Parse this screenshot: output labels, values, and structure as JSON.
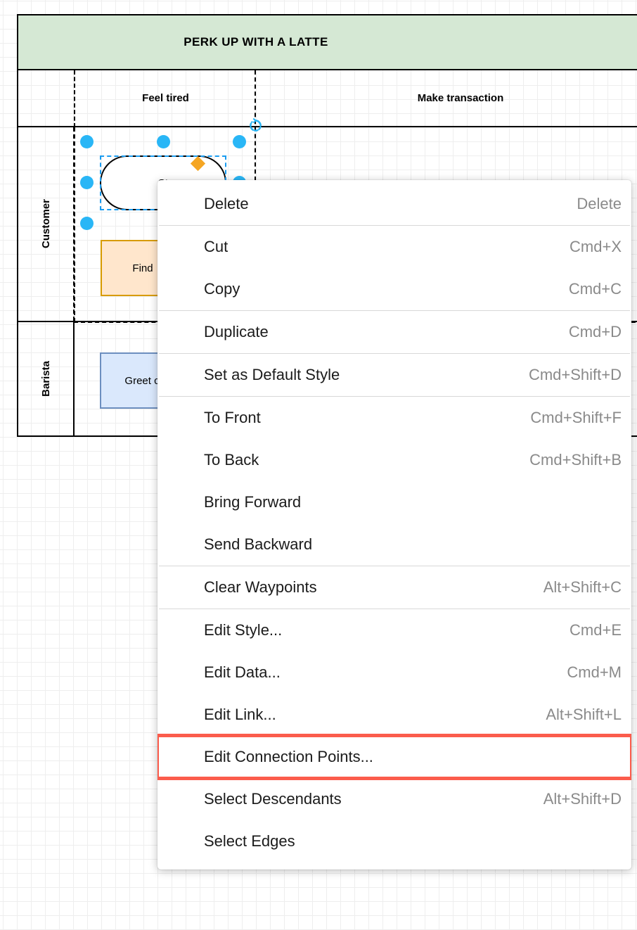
{
  "diagram": {
    "pool_title": "PERK UP WITH A LATTE",
    "phases": [
      {
        "label": "Feel tired"
      },
      {
        "label": "Make transaction"
      }
    ],
    "lanes": [
      {
        "label": "Customer"
      },
      {
        "label": "Barista"
      }
    ],
    "shapes": [
      {
        "name": "start",
        "label": "St",
        "type": "rounded-terminator"
      },
      {
        "name": "find",
        "label": "Find",
        "type": "process",
        "fill": "#ffe6cc",
        "stroke": "#d79b00"
      },
      {
        "name": "greet",
        "label": "Greet c",
        "type": "process",
        "fill": "#dae8fc",
        "stroke": "#6c8ebf"
      }
    ],
    "colors": {
      "pool_header_fill": "#d5e8d4",
      "selection_blue": "#29b6f6",
      "selection_outline": "#1a9cf0",
      "orange_handle": "#f5a623",
      "highlight_red": "#fb5c4c"
    }
  },
  "context_menu": {
    "groups": [
      {
        "items": [
          {
            "label": "Delete",
            "shortcut": "Delete",
            "highlighted": false
          }
        ]
      },
      {
        "items": [
          {
            "label": "Cut",
            "shortcut": "Cmd+X",
            "highlighted": false
          },
          {
            "label": "Copy",
            "shortcut": "Cmd+C",
            "highlighted": false
          }
        ]
      },
      {
        "items": [
          {
            "label": "Duplicate",
            "shortcut": "Cmd+D",
            "highlighted": false
          }
        ]
      },
      {
        "items": [
          {
            "label": "Set as Default Style",
            "shortcut": "Cmd+Shift+D",
            "highlighted": false
          }
        ]
      },
      {
        "items": [
          {
            "label": "To Front",
            "shortcut": "Cmd+Shift+F",
            "highlighted": false
          },
          {
            "label": "To Back",
            "shortcut": "Cmd+Shift+B",
            "highlighted": false
          },
          {
            "label": "Bring Forward",
            "shortcut": "",
            "highlighted": false
          },
          {
            "label": "Send Backward",
            "shortcut": "",
            "highlighted": false
          }
        ]
      },
      {
        "items": [
          {
            "label": "Clear Waypoints",
            "shortcut": "Alt+Shift+C",
            "highlighted": false
          }
        ]
      },
      {
        "items": [
          {
            "label": "Edit Style...",
            "shortcut": "Cmd+E",
            "highlighted": false
          },
          {
            "label": "Edit Data...",
            "shortcut": "Cmd+M",
            "highlighted": false
          },
          {
            "label": "Edit Link...",
            "shortcut": "Alt+Shift+L",
            "highlighted": false
          },
          {
            "label": "Edit Connection Points...",
            "shortcut": "",
            "highlighted": true
          },
          {
            "label": "Select Descendants",
            "shortcut": "Alt+Shift+D",
            "highlighted": false
          },
          {
            "label": "Select Edges",
            "shortcut": "",
            "highlighted": false
          }
        ]
      }
    ]
  }
}
